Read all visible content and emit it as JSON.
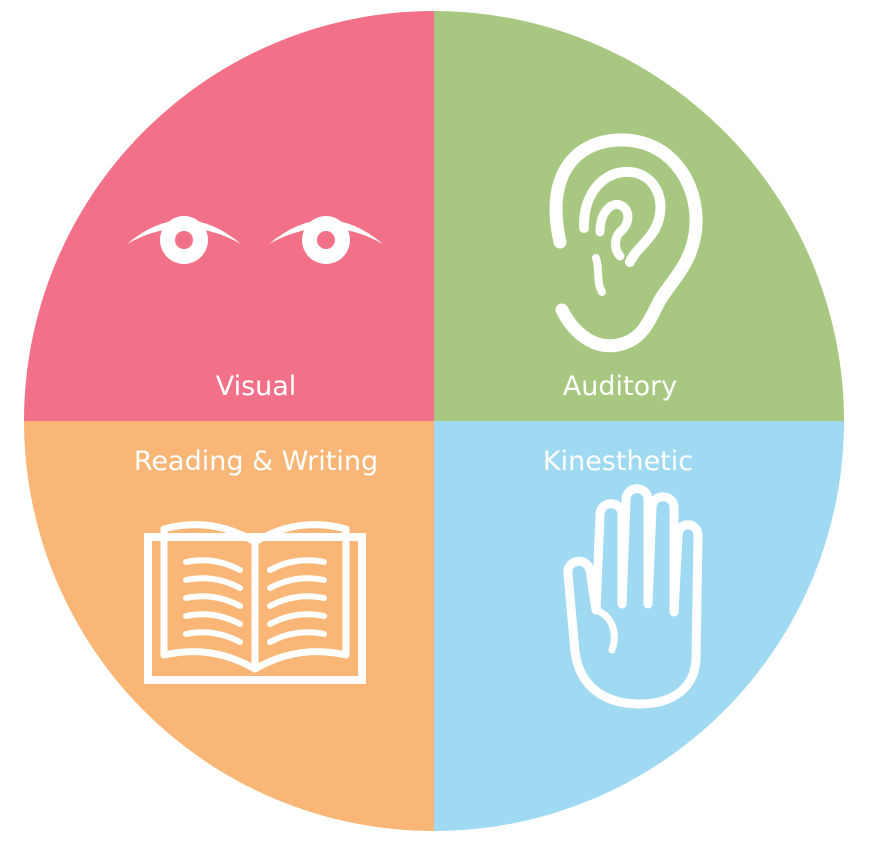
{
  "diagram": {
    "quadrants": [
      {
        "label": "Visual",
        "icon": "eyes-icon",
        "color": "#f27088"
      },
      {
        "label": "Auditory",
        "icon": "ear-icon",
        "color": "#a8c882"
      },
      {
        "label": "Reading & Writing",
        "icon": "open-book-icon",
        "color": "#f9b677"
      },
      {
        "label": "Kinesthetic",
        "icon": "hand-icon",
        "color": "#9fd9f2"
      }
    ]
  }
}
